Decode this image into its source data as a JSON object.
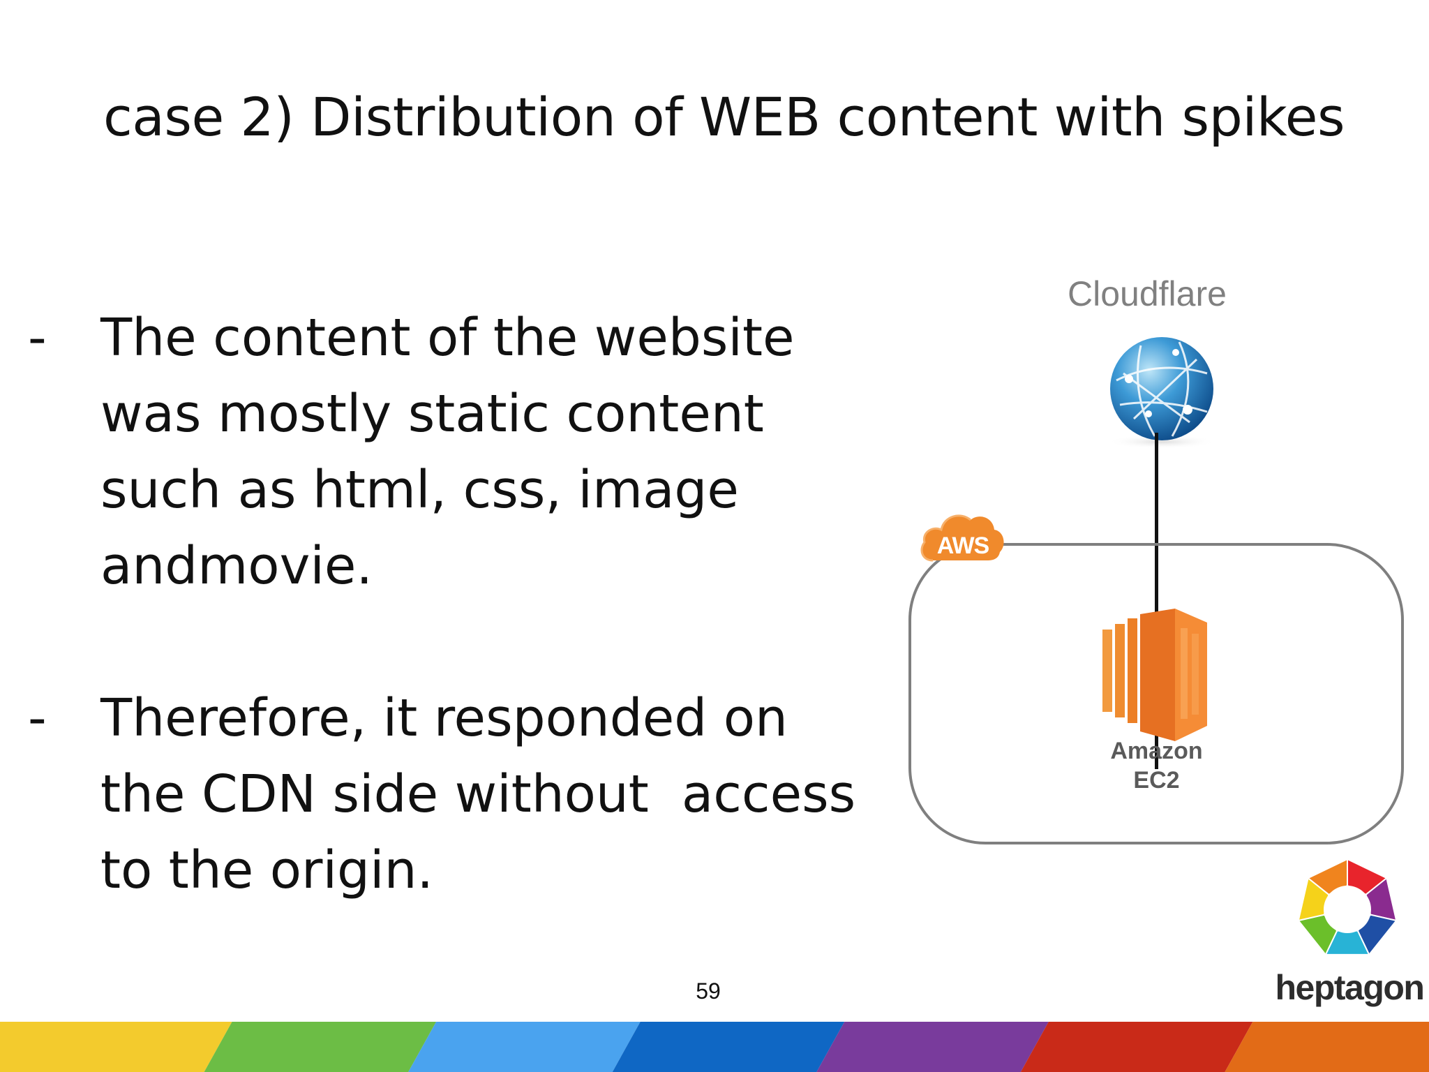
{
  "slide": {
    "title": "case 2) Distribution of WEB content with spikes",
    "page_number": "59"
  },
  "bullets": [
    {
      "marker": "-",
      "lines": [
        "The content of the website",
        "was mostly static content",
        "such as html, css, image",
        "andmovie."
      ]
    },
    {
      "marker": "-",
      "lines": [
        "Therefore, it responded on",
        "the CDN side without  access",
        "to the origin."
      ]
    }
  ],
  "diagram": {
    "cdn_label": "Cloudflare",
    "cdn_icon": "globe-icon",
    "cloud_badge": "AWS",
    "server_icon": "ec2-server-icon",
    "server_label_lines": [
      "Amazon",
      "EC2"
    ],
    "colors": {
      "aws_orange": "#f08a2c",
      "ec2_orange": "#ec7a23",
      "box_border": "#7f7f7f",
      "cdn_label": "#808080"
    }
  },
  "logo": {
    "name": "heptagon",
    "colors": [
      "#e8242c",
      "#8a2b8f",
      "#1f4fa5",
      "#28b3d6",
      "#6bbf2a",
      "#f5d21a",
      "#f0841e"
    ]
  },
  "footer": {
    "stripe_colors": [
      "#f3cb2d",
      "#6cbd45",
      "#4aa3ef",
      "#0f67c4",
      "#793b9c",
      "#c92a18",
      "#e26b17"
    ]
  }
}
